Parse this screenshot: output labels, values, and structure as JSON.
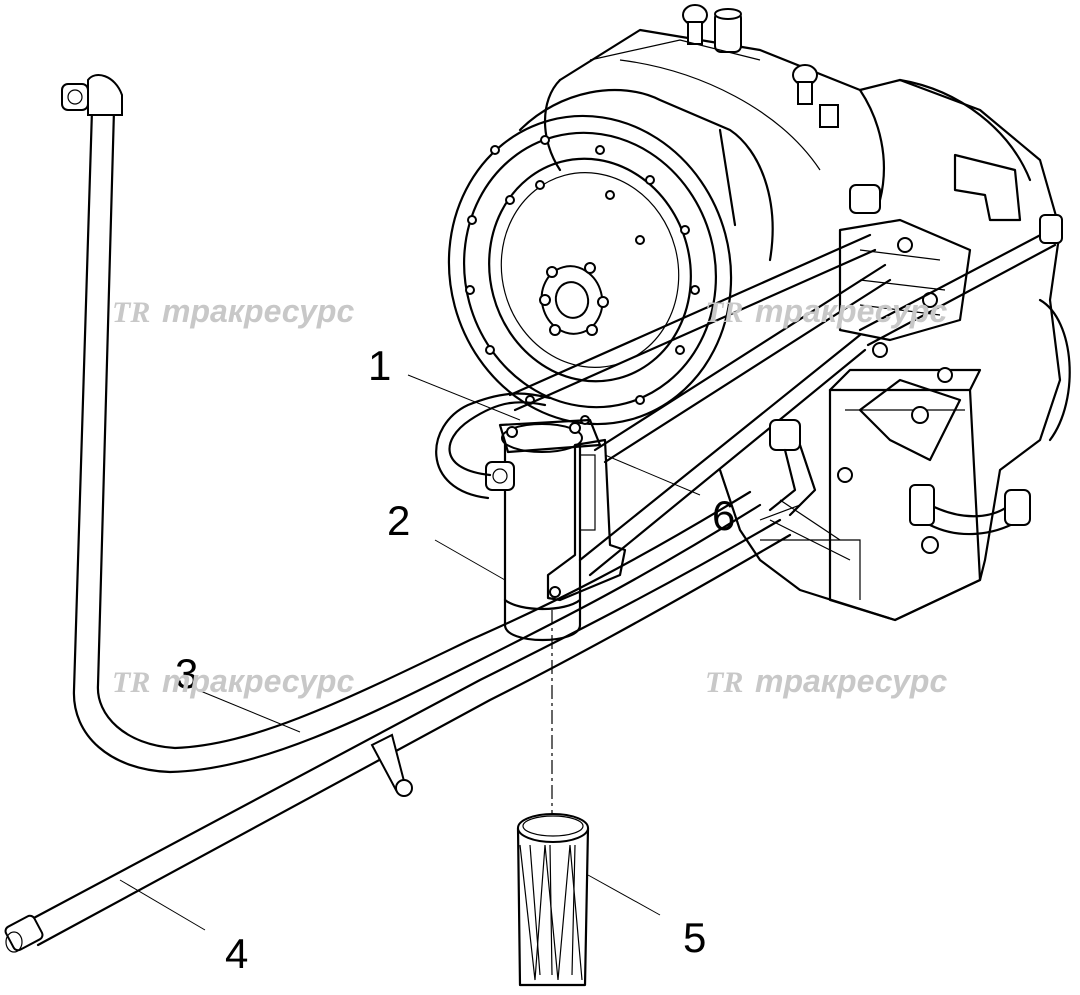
{
  "callouts": [
    {
      "id": "1",
      "label": "1"
    },
    {
      "id": "2",
      "label": "2"
    },
    {
      "id": "3",
      "label": "3"
    },
    {
      "id": "4",
      "label": "4"
    },
    {
      "id": "5",
      "label": "5"
    },
    {
      "id": "6",
      "label": "6"
    }
  ],
  "watermark": {
    "logo": "TR",
    "text": "тракресурс"
  },
  "colors": {
    "line": "#000000",
    "watermark": "#c8c8c8",
    "background": "#ffffff"
  }
}
